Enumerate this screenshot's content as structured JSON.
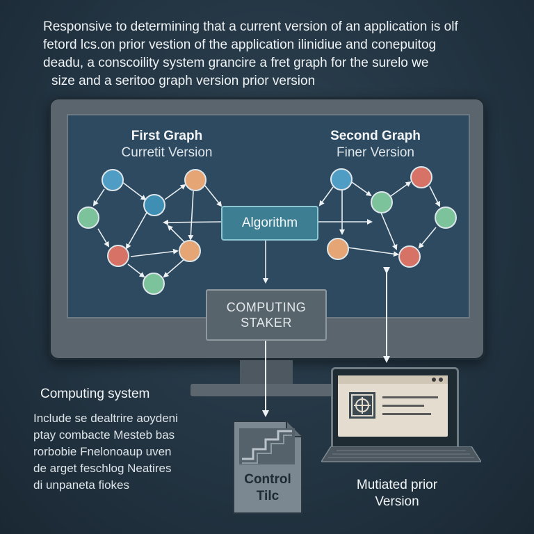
{
  "intro": {
    "lines": [
      "Responsive to determining that a current version of an application is olf",
      "fetord lcs.on prior vestion of the application ilinidiue and conepuitog",
      "deadu, a conscoility system grancire a fret graph for the surelo we",
      "size and a seritoo graph version prior version"
    ]
  },
  "first_graph": {
    "title": "First Graph",
    "subtitle": "Curretit Version"
  },
  "second_graph": {
    "title": "Second Graph",
    "subtitle": "Finer Version"
  },
  "algorithm": {
    "label": "Algorithm"
  },
  "computing_staker": {
    "line1": "COMPUTING",
    "line2": "STAKER"
  },
  "computing_system": {
    "title": "Computing system",
    "lines": [
      "Include se dealtrire aoydeni",
      "ptay combacte Mesteb bas",
      "rorbobie Fnelonoaup uven",
      "de arget feschlog Neatires",
      "di unpaneta fiokes"
    ]
  },
  "control_tile": {
    "line1": "Control",
    "line2": "Tilc"
  },
  "mutated_version": {
    "line1": "Mutiated prior",
    "line2": "Version"
  },
  "colors": {
    "node_blue": "#4f9cc4",
    "node_green": "#7cc29a",
    "node_orange": "#e6a575",
    "node_red": "#d77267",
    "node_teal": "#3f8fb5",
    "algorithm_fill": "#3d7e92",
    "screen": "#2d4a60"
  }
}
